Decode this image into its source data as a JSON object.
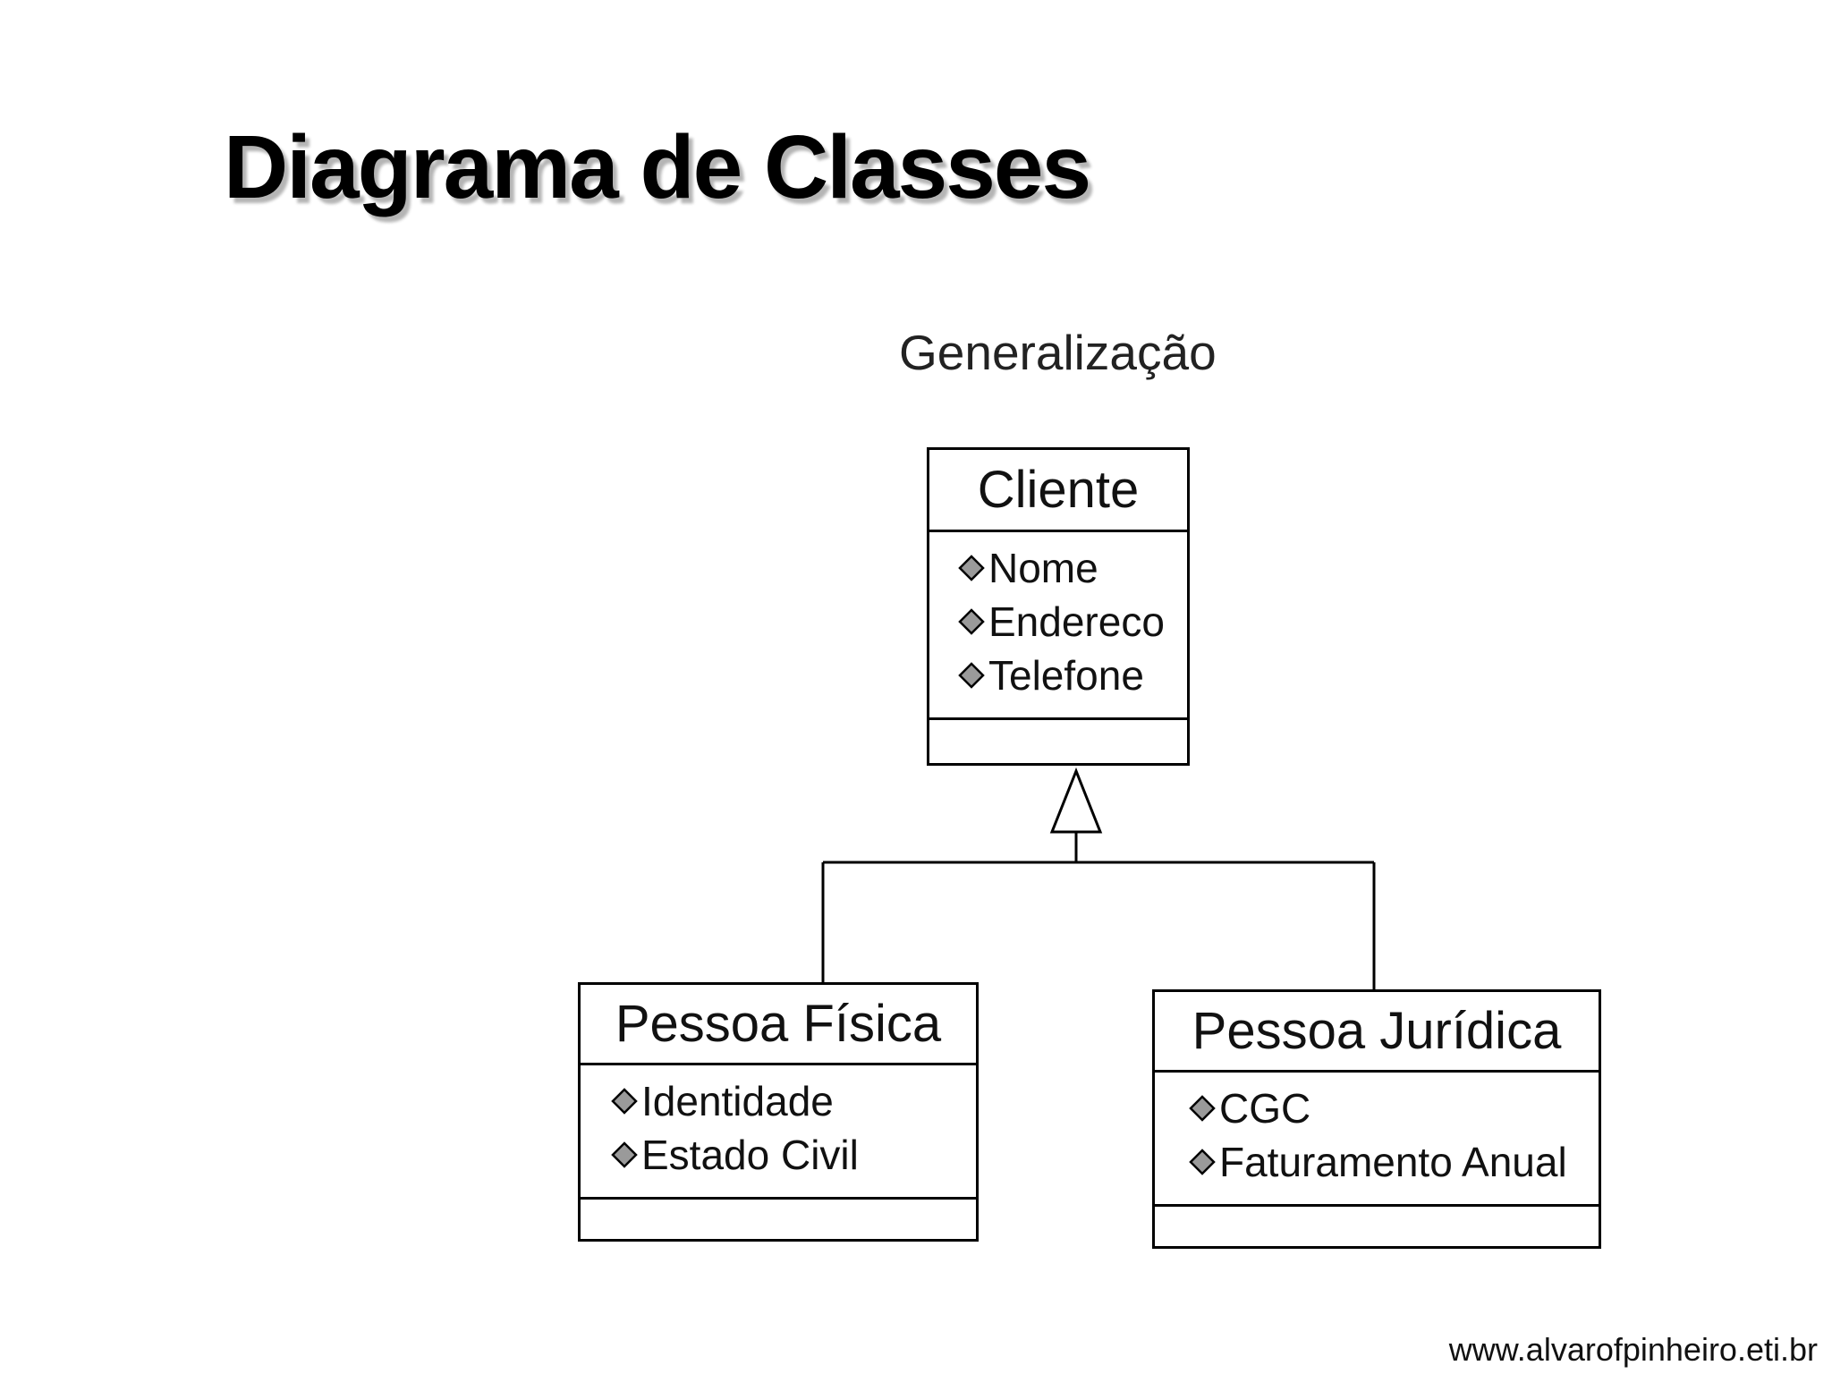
{
  "title": "Diagrama de Classes",
  "caption": "Generalização",
  "classes": {
    "cliente": {
      "name": "Cliente",
      "attributes": [
        "Nome",
        "Endereco",
        "Telefone"
      ]
    },
    "pessoa_fisica": {
      "name": "Pessoa Física",
      "attributes": [
        "Identidade",
        "Estado Civil"
      ]
    },
    "pessoa_juridica": {
      "name": "Pessoa Jurídica",
      "attributes": [
        "CGC",
        "Faturamento Anual"
      ]
    }
  },
  "footer": "www.alvarofpinheiro.eti.br"
}
